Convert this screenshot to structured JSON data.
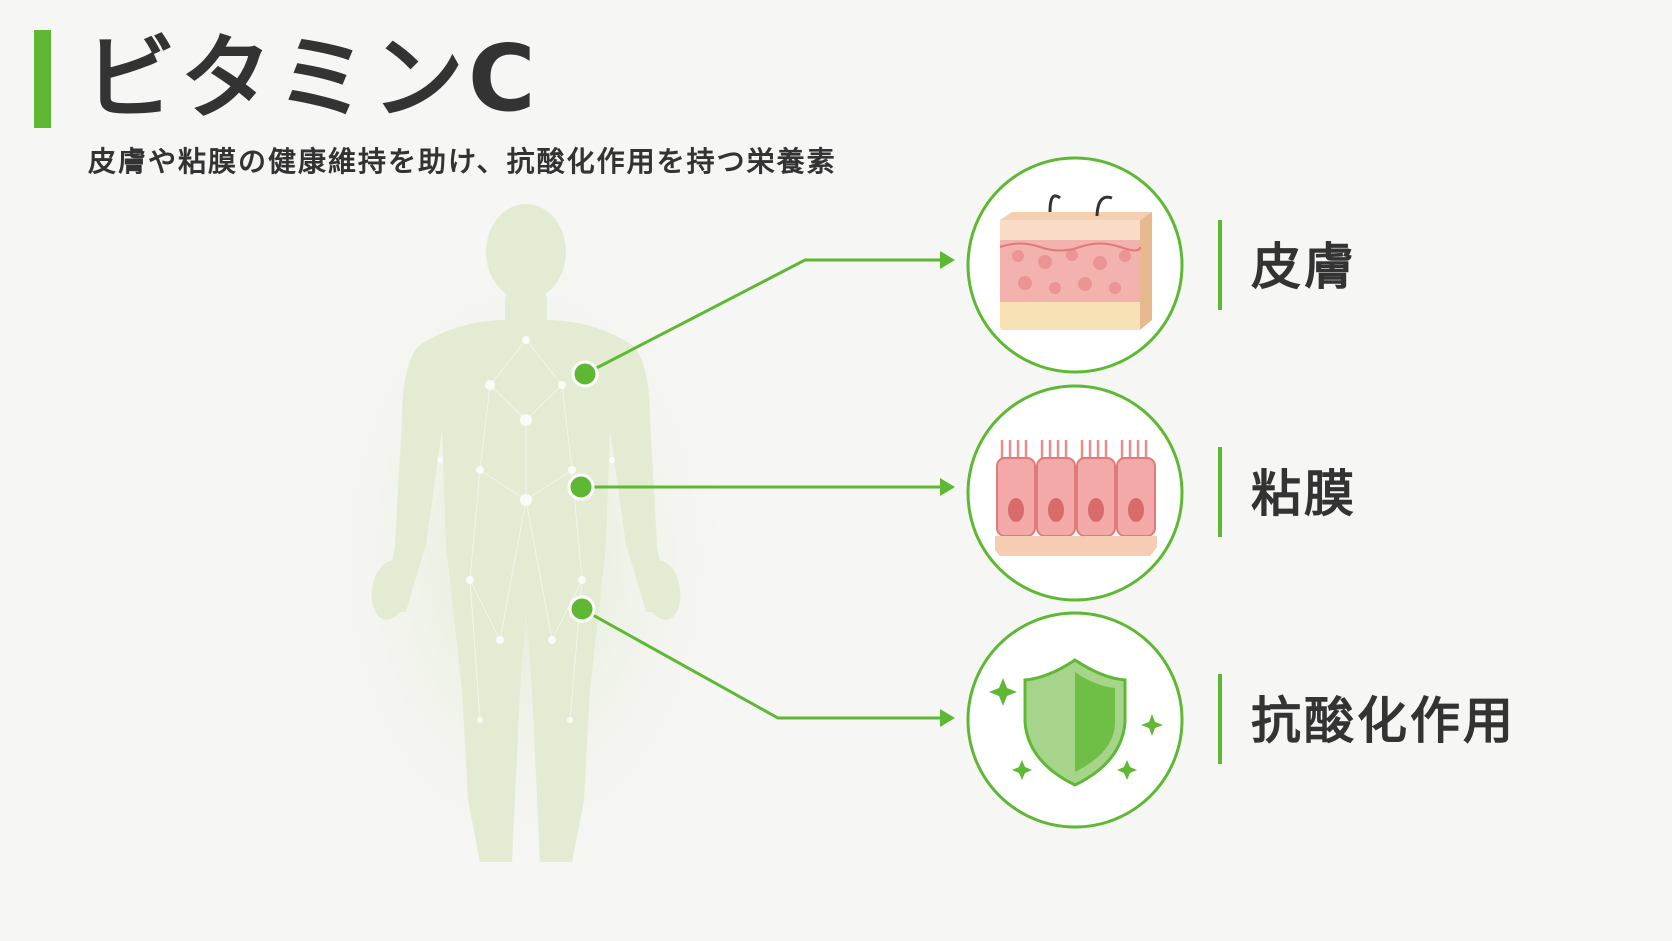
{
  "header": {
    "title": "ビタミンC",
    "subtitle": "皮膚や粘膜の健康維持を助け、抗酸化作用を持つ栄養素"
  },
  "callouts": [
    {
      "label": "皮膚",
      "icon": "skin-layers-icon"
    },
    {
      "label": "粘膜",
      "icon": "mucosa-cells-icon"
    },
    {
      "label": "抗酸化作用",
      "icon": "shield-icon"
    }
  ],
  "colors": {
    "accent": "#5fb833",
    "text": "#333333",
    "body_silhouette": "#e3ecd2",
    "background": "#f6f6f4"
  }
}
